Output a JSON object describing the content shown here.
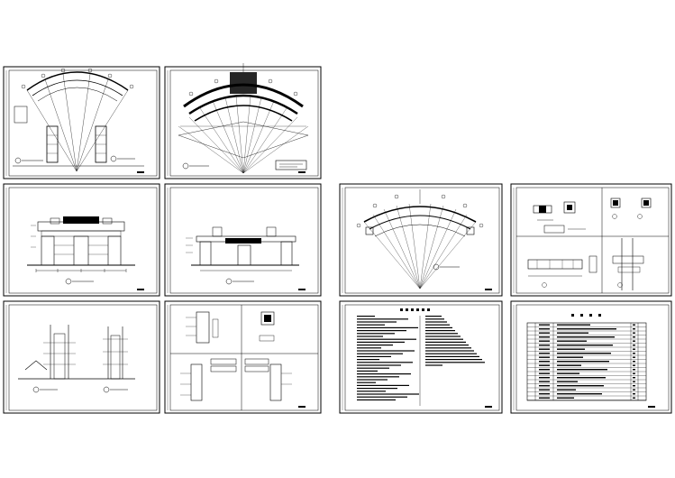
{
  "page": {
    "background": "#ffffff",
    "ink": "#000000"
  },
  "sheets": [
    {
      "id": "sheet-1",
      "kind": "arc-plan-with-columns"
    },
    {
      "id": "sheet-2",
      "kind": "arc-roof-plan"
    },
    {
      "id": "sheet-3",
      "kind": "front-elevation"
    },
    {
      "id": "sheet-4",
      "kind": "rear-elevation"
    },
    {
      "id": "sheet-5",
      "kind": "section-details"
    },
    {
      "id": "sheet-6",
      "kind": "node-details-grid"
    },
    {
      "id": "sheet-7",
      "kind": "arc-structure-plan"
    },
    {
      "id": "sheet-8",
      "kind": "detail-callouts"
    },
    {
      "id": "sheet-9",
      "kind": "design-notes-text"
    },
    {
      "id": "sheet-10",
      "kind": "drawing-schedule-table"
    }
  ],
  "labels": {
    "notes_title": "",
    "schedule_title": ""
  }
}
